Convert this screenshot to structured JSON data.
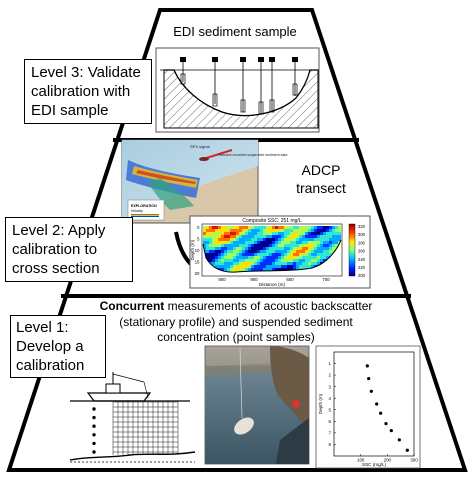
{
  "level3": {
    "box_lines": [
      "Level 3: Validate",
      "calibration with",
      "EDI sample"
    ],
    "panel_title": "EDI sediment sample"
  },
  "level2": {
    "box_lines": [
      "Level 2: Apply",
      "calibration to",
      "cross section"
    ],
    "adcp_lines": [
      "ADCP",
      "transect"
    ],
    "map_texts": {
      "boat_label": "SPX signal",
      "annotation": "Transect recorded\nsuspended sediment\ndata",
      "legend_title": "EXPLORATION",
      "legend_sub": "Velocity"
    },
    "heatmap": {
      "title": "Composite SSC: 251 mg/L",
      "xlabel": "Distance (m)",
      "ylabel": "Depth (m)",
      "xticks": [
        "800",
        "900",
        "600",
        "700"
      ],
      "yticks": [
        "0",
        "5",
        "10",
        "15",
        "20"
      ],
      "colorbar_ticks": [
        "320",
        "300",
        "280",
        "260",
        "240",
        "220",
        "200"
      ]
    }
  },
  "level1": {
    "box_lines": [
      "Level 1:",
      "Develop a",
      "calibration"
    ],
    "description_bold": "Concurrent",
    "description_line1_rest": " measurements of acoustic backscatter",
    "description_line2": "(stationary profile) and suspended sediment",
    "description_line3": "concentration (point samples)",
    "scatter": {
      "xlabel": "SSC (mg/L)",
      "ylabel": "Depth (m)",
      "xticks": [
        "100",
        "200",
        "300"
      ],
      "yticks": [
        "1",
        "2",
        "3",
        "4",
        "5",
        "6",
        "7",
        "8"
      ]
    }
  },
  "chart_data": {
    "type": "scatter",
    "xlabel": "SSC (mg/L)",
    "ylabel": "Depth (m)",
    "xlim": [
      0,
      300
    ],
    "ylim": [
      0,
      9
    ],
    "series": [
      {
        "points": [
          [
            125,
            1.2
          ],
          [
            130,
            2.3
          ],
          [
            140,
            3.4
          ],
          [
            160,
            4.5
          ],
          [
            175,
            5.3
          ],
          [
            195,
            6.2
          ],
          [
            215,
            6.8
          ],
          [
            245,
            7.6
          ],
          [
            275,
            8.5
          ]
        ]
      }
    ]
  },
  "colors": {
    "outline": "#000000",
    "panel_border": "#4a4a4a",
    "heatmap_high": "#c21a1a",
    "heatmap_low": "#1f3fb4",
    "water": "#5a7a8c"
  }
}
